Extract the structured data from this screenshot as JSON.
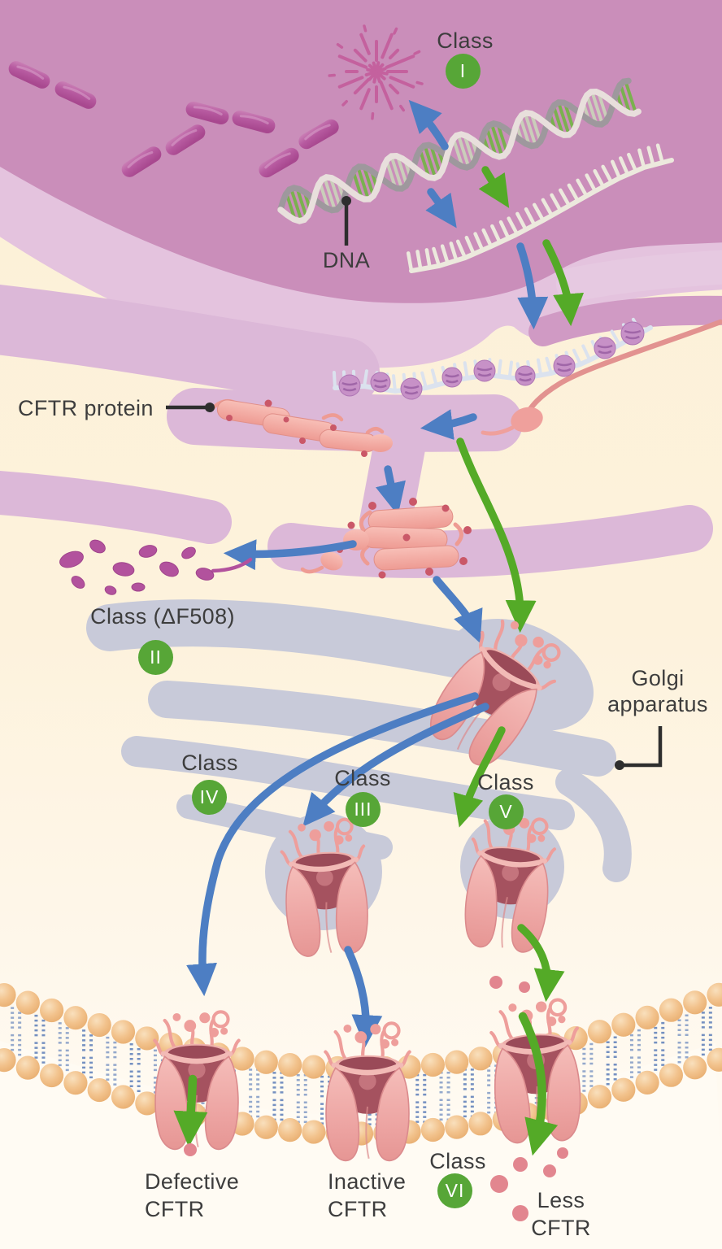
{
  "diagram": {
    "class1": {
      "label": "Class",
      "numeral": "I"
    },
    "class2": {
      "label": "Class (ΔF508)",
      "numeral": "II"
    },
    "class3": {
      "label": "Class",
      "numeral": "III"
    },
    "class4": {
      "label": "Class",
      "numeral": "IV"
    },
    "class5": {
      "label": "Class",
      "numeral": "V"
    },
    "class6": {
      "label": "Class",
      "numeral": "VI"
    },
    "annotations": {
      "dna": "DNA",
      "cftr_protein": "CFTR protein",
      "golgi_line1": "Golgi",
      "golgi_line2": "apparatus",
      "defective_line1": "Defective",
      "defective_line2": "CFTR",
      "inactive_line1": "Inactive",
      "inactive_line2": "CFTR",
      "less_line1": "Less",
      "less_line2": "CFTR"
    },
    "colors": {
      "badge_green": "#57a637",
      "arrow_blue": "#4d7ec3",
      "arrow_green": "#54aa27",
      "label_text": "#3d3d3d",
      "nucleus": "#ca8eba",
      "nuclear_envelope": "#e4c3de",
      "endoplasmic_reticulum": "#dcb8d8",
      "golgi_gray": "#c8cad9",
      "protein_salmon": "#efa09c",
      "membrane_head_tan": "#f2c18a",
      "membrane_tail_blue": "#5c7eb9"
    }
  }
}
